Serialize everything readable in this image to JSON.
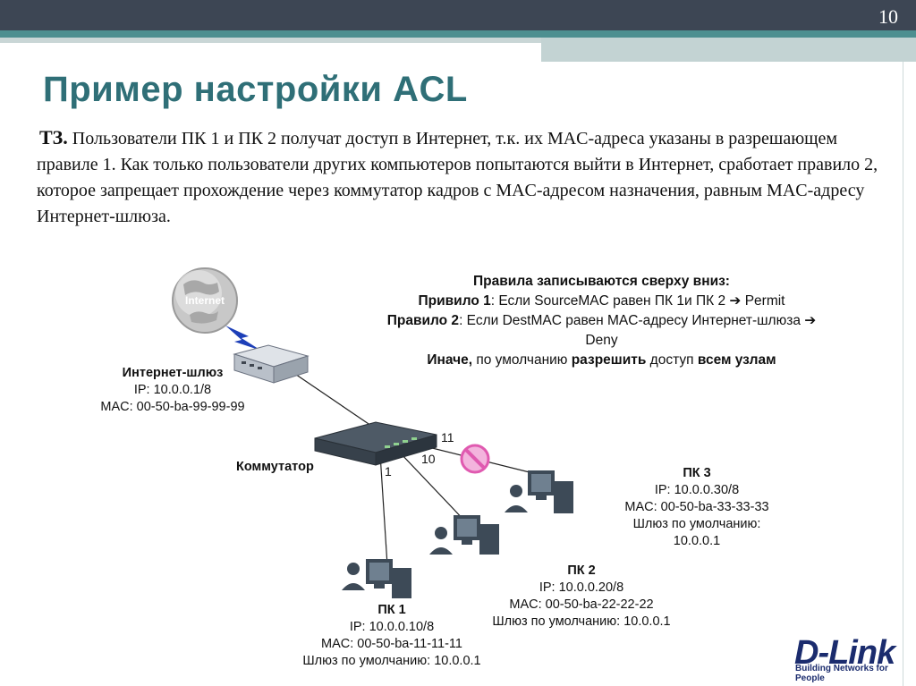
{
  "slide": {
    "number": "10",
    "title": "Пример настройки ACL"
  },
  "task": {
    "prefix": "ТЗ.",
    "text": " Пользователи ПК 1 и ПК 2 получат доступ в Интернет, т.к. их MAC-адреса указаны в разрешающем правиле 1. Как только пользователи других компьютеров попытаются выйти в Интернет, сработает правило 2, которое запрещает  прохождение через коммутатор кадров с MAC-адресом назначения, равным MAC-адресу Интернет-шлюза."
  },
  "rules": {
    "heading": "Правила записываются сверху вниз:",
    "rule1_label": "Привило 1",
    "rule1_text": ": Если SourceMAC равен ПК 1и ПК 2 ",
    "rule1_action": "Permit",
    "rule2_label": "Правило 2",
    "rule2_text": ": Если DestMAC равен MAC-адресу Интернет-шлюза ",
    "rule2_action": "Deny",
    "else_label": "Иначе,",
    "else_text1": " по умолчанию ",
    "else_bold1": "разрешить",
    "else_text2": " доступ ",
    "else_bold2": "всем узлам"
  },
  "internet": {
    "label": "Internet"
  },
  "gateway": {
    "name": "Интернет-шлюз",
    "ip": "IP: 10.0.0.1/8",
    "mac": "MAC: 00-50-ba-99-99-99"
  },
  "switch": {
    "name": "Коммутатор",
    "ports": {
      "p1": "1",
      "p10": "10",
      "p11": "11"
    }
  },
  "pc1": {
    "name": "ПК 1",
    "ip": "IP: 10.0.0.10/8",
    "mac": "MAC: 00-50-ba-11-11-11",
    "gw": "Шлюз по умолчанию: 10.0.0.1"
  },
  "pc2": {
    "name": "ПК 2",
    "ip": "IP: 10.0.0.20/8",
    "mac": "MAC: 00-50-ba-22-22-22",
    "gw": "Шлюз по умолчанию: 10.0.0.1"
  },
  "pc3": {
    "name": "ПК 3",
    "ip": "IP: 10.0.0.30/8",
    "mac": "MAC: 00-50-ba-33-33-33",
    "gw1": "Шлюз по умолчанию:",
    "gw2": "10.0.0.1"
  },
  "logo": {
    "brand": "D-Link",
    "tagline": "Building Networks for People"
  },
  "colors": {
    "title": "#2f6f77",
    "band_dark": "#3d4654",
    "band_teal": "#4d8f90",
    "deny": "#e05ab0",
    "logo": "#1b2c6e"
  }
}
